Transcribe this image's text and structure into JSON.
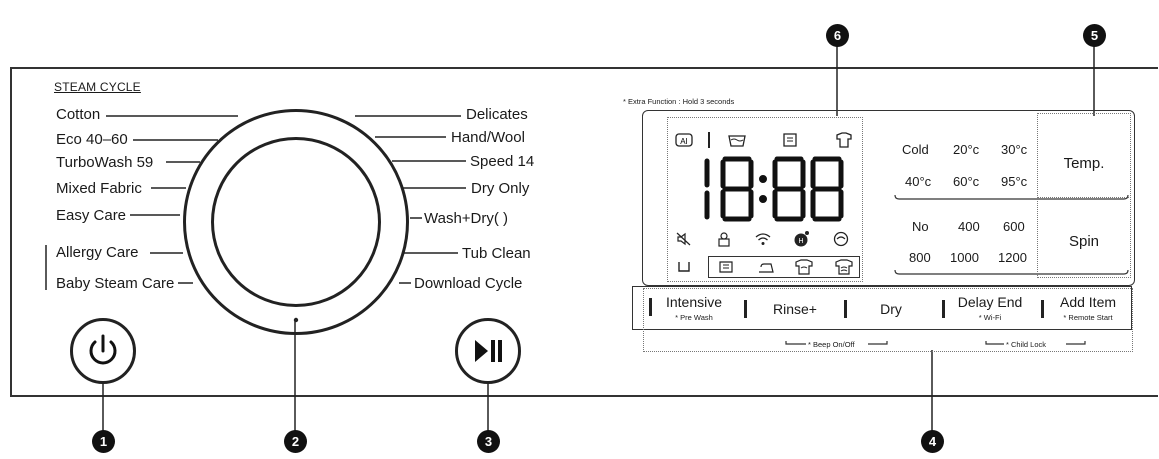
{
  "steam_cycle_title": "STEAM CYCLE",
  "left_cycles": [
    "Cotton",
    "Eco 40–60",
    "TurboWash 59",
    "Mixed Fabric",
    "Easy Care",
    "Allergy Care",
    "Baby Steam Care"
  ],
  "right_cycles": [
    "Delicates",
    "Hand/Wool",
    "Speed 14",
    "Dry Only",
    "Wash+Dry(     )",
    "Tub Clean",
    "Download Cycle"
  ],
  "extra_function_note": "* Extra Function : Hold 3 seconds",
  "display_digits": "18:88",
  "temp_options": [
    "Cold",
    "20°c",
    "30°c",
    "40°c",
    "60°c",
    "95°c"
  ],
  "spin_options": [
    "No",
    "400",
    "600",
    "800",
    "1000",
    "1200"
  ],
  "temp_button": "Temp.",
  "spin_button": "Spin",
  "bottom_buttons": [
    {
      "label": "Intensive",
      "sub": "* Pre Wash"
    },
    {
      "label": "Rinse+",
      "sub": ""
    },
    {
      "label": "Dry",
      "sub": ""
    },
    {
      "label": "Delay End",
      "sub": "* Wi-Fi"
    },
    {
      "label": "Add Item",
      "sub": "* Remote Start"
    }
  ],
  "beep_note": "* Beep On/Off",
  "child_lock_note": "* Child Lock",
  "callouts": [
    "1",
    "2",
    "3",
    "4",
    "5",
    "6"
  ],
  "icons": {
    "power": "power-icon",
    "play_pause": "play-pause-icon"
  }
}
